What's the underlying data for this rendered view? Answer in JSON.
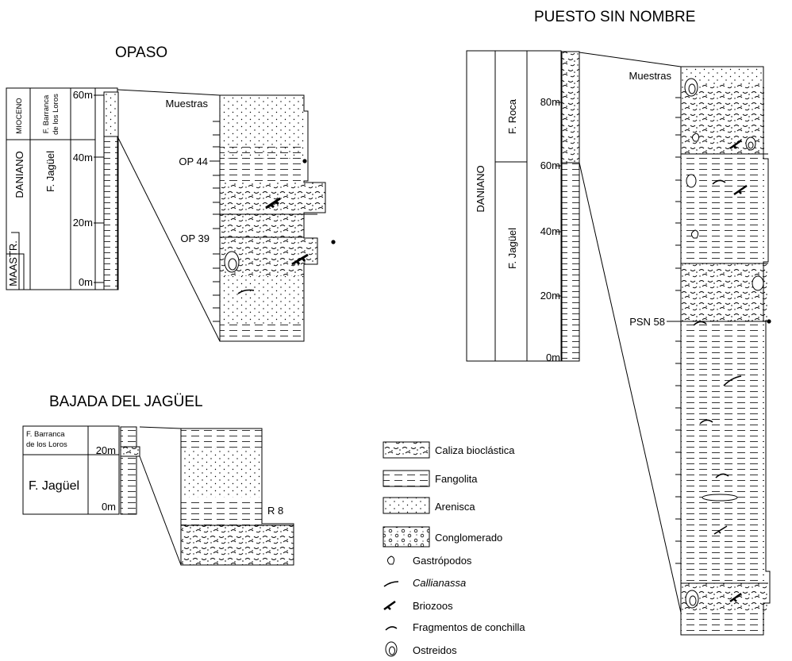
{
  "sections": {
    "opaso": {
      "title": "OPASO",
      "formation_labels": {
        "mioceno": "MIOCENO",
        "barranca": [
          "F. Barranca",
          "de los Loros"
        ],
        "daniano": "DANIANO",
        "jaguel": "F. Jagüel",
        "maastr": "MAASTR."
      },
      "scale_ticks": [
        "60m",
        "40m",
        "20m",
        "0m"
      ],
      "muestras_label": "Muestras",
      "samples": [
        "OP 44",
        "OP 39"
      ]
    },
    "puesto": {
      "title": "PUESTO SIN NOMBRE",
      "formation_labels": {
        "daniano": "DANIANO",
        "roca": "F. Roca",
        "jaguel": "F. Jagüel"
      },
      "scale_ticks": [
        "80m",
        "60m",
        "40m",
        "20m",
        "0m"
      ],
      "muestras_label": "Muestras",
      "samples": [
        "PSN 58"
      ]
    },
    "bajada": {
      "title": "BAJADA DEL JAGÜEL",
      "formation_labels": {
        "barranca": [
          "F. Barranca",
          "de los Loros"
        ],
        "jaguel": "F. Jagüel"
      },
      "scale_ticks": [
        "20m",
        "0m"
      ],
      "samples": [
        "R 8"
      ]
    }
  },
  "legend": {
    "lithology": [
      {
        "pattern": "caliza",
        "label": "Caliza bioclástica"
      },
      {
        "pattern": "fangolita",
        "label": "Fangolita"
      },
      {
        "pattern": "arenisca",
        "label": "Arenisca"
      },
      {
        "pattern": "conglomerado",
        "label": "Conglomerado"
      }
    ],
    "fossils": [
      {
        "icon": "gastropod-icon",
        "label": "Gastrópodos",
        "italic": false
      },
      {
        "icon": "callianassa-icon",
        "label": "Callianassa",
        "italic": true
      },
      {
        "icon": "bryozoan-icon",
        "label": "Briozoos",
        "italic": false
      },
      {
        "icon": "shell-fragment-icon",
        "label": "Fragmentos de conchilla",
        "italic": false
      },
      {
        "icon": "oyster-icon",
        "label": "Ostreidos",
        "italic": false
      }
    ]
  }
}
